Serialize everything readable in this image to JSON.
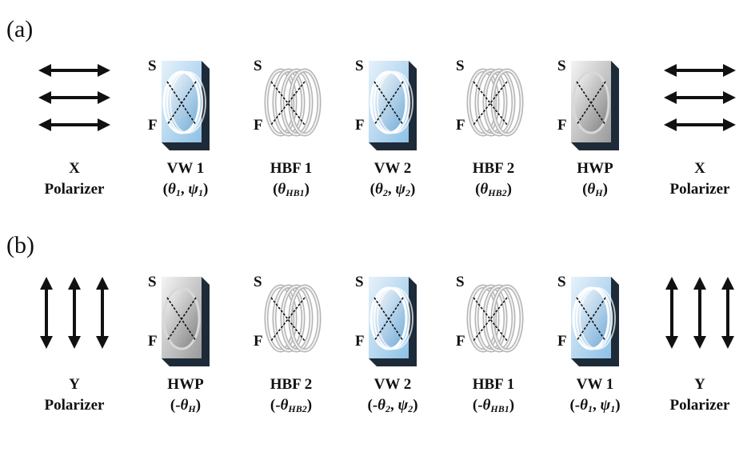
{
  "panel_a": {
    "label": "(a)",
    "components": [
      {
        "type": "polarizer-x",
        "line1": "X",
        "line2": "Polarizer"
      },
      {
        "type": "waveplate-blue",
        "line1": "VW 1",
        "line2_html": "(<i>θ</i><sub>1</sub>, <i>ψ</i><sub>1</sub>)",
        "s": "S",
        "f": "F"
      },
      {
        "type": "coil",
        "line1": "HBF 1",
        "line2_html": "(<i>θ</i><sub>HB1</sub>)",
        "s": "S",
        "f": "F"
      },
      {
        "type": "waveplate-blue",
        "line1": "VW 2",
        "line2_html": "(<i>θ</i><sub>2</sub>, <i>ψ</i><sub>2</sub>)",
        "s": "S",
        "f": "F"
      },
      {
        "type": "coil",
        "line1": "HBF 2",
        "line2_html": "(<i>θ</i><sub>HB2</sub>)",
        "s": "S",
        "f": "F"
      },
      {
        "type": "waveplate-gray",
        "line1": "HWP",
        "line2_html": "(<i>θ</i><sub>H</sub>)",
        "s": "S",
        "f": "F"
      },
      {
        "type": "polarizer-x",
        "line1": "X",
        "line2": "Polarizer"
      }
    ]
  },
  "panel_b": {
    "label": "(b)",
    "components": [
      {
        "type": "polarizer-y",
        "line1": "Y",
        "line2": "Polarizer"
      },
      {
        "type": "waveplate-gray",
        "line1": "HWP",
        "line2_html": "(-<i>θ</i><sub>H</sub>)",
        "s": "S",
        "f": "F"
      },
      {
        "type": "coil",
        "line1": "HBF 2",
        "line2_html": "(-<i>θ</i><sub>HB2</sub>)",
        "s": "S",
        "f": "F"
      },
      {
        "type": "waveplate-blue",
        "line1": "VW 2",
        "line2_html": "(-<i>θ</i><sub>2</sub>, <i>ψ</i><sub>2</sub>)",
        "s": "S",
        "f": "F"
      },
      {
        "type": "coil",
        "line1": "HBF 1",
        "line2_html": "(-<i>θ</i><sub>HB1</sub>)",
        "s": "S",
        "f": "F"
      },
      {
        "type": "waveplate-blue",
        "line1": "VW 1",
        "line2_html": "(-<i>θ</i><sub>1</sub>, <i>ψ</i><sub>1</sub>)",
        "s": "S",
        "f": "F"
      },
      {
        "type": "polarizer-y",
        "line1": "Y",
        "line2": "Polarizer"
      }
    ]
  }
}
